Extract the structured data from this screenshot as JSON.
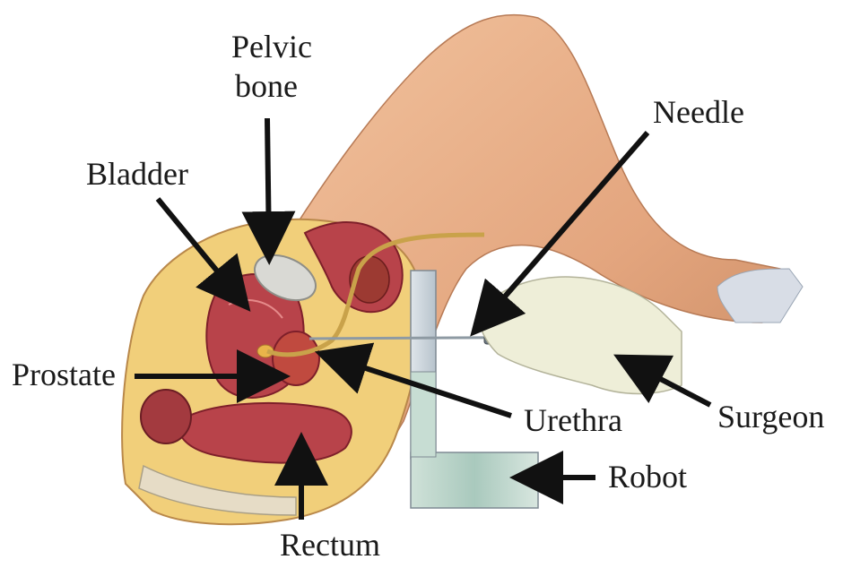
{
  "labels": {
    "pelvic_bone_line1": "Pelvic",
    "pelvic_bone_line2": "bone",
    "bladder": "Bladder",
    "needle": "Needle",
    "prostate": "Prostate",
    "urethra": "Urethra",
    "surgeon": "Surgeon",
    "robot": "Robot",
    "rectum": "Rectum"
  },
  "colors": {
    "skin": "#e9b48f",
    "skin_shade": "#c98a62",
    "fat": "#f1cf7a",
    "muscle": "#b8434a",
    "muscle_dark": "#7e1f2a",
    "bone": "#d9d9d4",
    "robot_panel": "#c9d3da",
    "robot_base": "#b9d3c9",
    "glove": "#eeeed8",
    "needle": "#8e9aa3",
    "arrow": "#111111"
  }
}
